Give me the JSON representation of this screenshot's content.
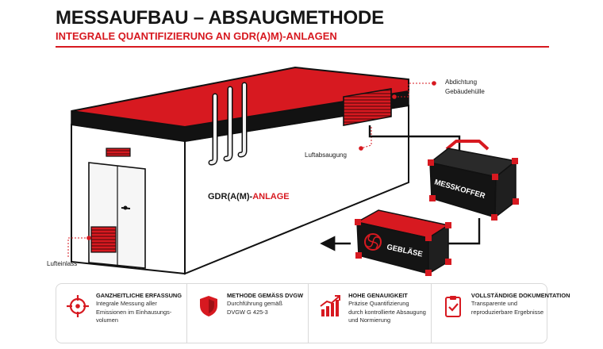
{
  "header": {
    "title": "MESSAUFBAU – ABSAUGMETHODE",
    "subtitle": "INTEGRALE QUANTIFIZIERUNG AN GDR(A)M)-ANLAGEN"
  },
  "diagram": {
    "building_label_black": "GDR(A(M)-",
    "building_label_red": "ANLAGE",
    "callouts": {
      "seal_line1": "Abdichtung",
      "seal_line2": "Gebäudehülle",
      "intake": "Luftabsaugung",
      "inlet": "Lufteinlass"
    },
    "boxes": {
      "messkoffer": "MESSKOFFER",
      "geblaese": "GEBLÄSE"
    }
  },
  "features": [
    {
      "icon": "target-crosshair-icon",
      "title": "GANZHEITLICHE ERFASSUNG",
      "lines": [
        "Integrale Messung aller",
        "Emissionen im Einhausungs-",
        "volumen"
      ]
    },
    {
      "icon": "shield-icon",
      "title": "METHODE GEMÄSS DVGW",
      "lines": [
        "Durchführung gemäß",
        "DVGW G 425-3"
      ]
    },
    {
      "icon": "bar-chart-icon",
      "title": "HOHE GENAUIGKEIT",
      "lines": [
        "Präzise Quantifizierung",
        "durch kontrollierte Absaugung",
        "und Normierung"
      ]
    },
    {
      "icon": "clipboard-check-icon",
      "title": "VOLLSTÄNDIGE DOKUMENTATION",
      "lines": [
        "Transparente und",
        "reproduzierbare Ergebnisse"
      ]
    }
  ],
  "colors": {
    "accent": "#d71920",
    "dark": "#161616",
    "wall": "#ffffff"
  }
}
